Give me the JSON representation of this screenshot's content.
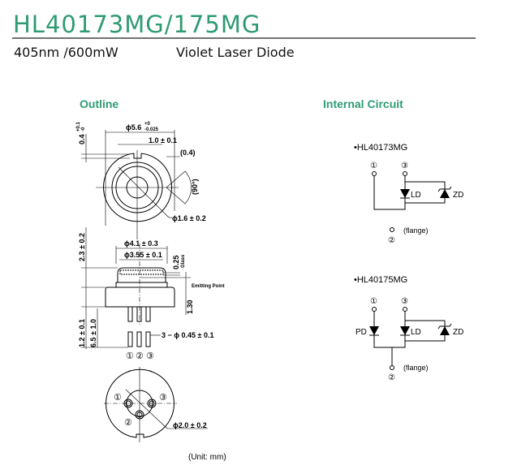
{
  "header": {
    "title": "HL40173MG/175MG",
    "subtitle_spec": "405nm /600mW",
    "subtitle_desc": "Violet Laser Diode"
  },
  "outline": {
    "heading": "Outline",
    "dims": {
      "cap_dia": "ϕ5.6",
      "cap_dia_tol_plus": "+0",
      "cap_dia_tol_minus": "-0.025",
      "notch_width": "1.0 ± 0.1",
      "notch_depth": "0.4",
      "notch_depth_tol_plus": "+0.1",
      "notch_depth_tol_minus": "-0",
      "offset": "(0.4)",
      "angle": "(90°)",
      "window_dia": "ϕ1.6 ± 0.2",
      "can_height": "2.3 ± 0.2",
      "can_dia": "ϕ4.1 ± 0.3",
      "inner_dia": "ϕ3.55 ± 0.1",
      "glass_thk": "0.25",
      "glass_label": "Glass",
      "emitting_point": "Emitting Point",
      "emit_height": "1.30",
      "base_thk": "1.2 ± 0.1",
      "lead_len": "6.5 ± 1.0",
      "lead_dia": "3 − ϕ 0.45 ± 0.1",
      "pcd": "ϕ2.0 ± 0.2"
    },
    "pins": [
      "①",
      "②",
      "③"
    ],
    "unit_note": "(Unit: mm)"
  },
  "circuit": {
    "heading": "Internal Circuit",
    "models": [
      {
        "name": "•HL40173MG",
        "pin1": "①",
        "pin2": "②",
        "pin3": "③",
        "ld": "LD",
        "zd": "ZD",
        "flange": "(flange)"
      },
      {
        "name": "•HL40175MG",
        "pin1": "①",
        "pin2": "②",
        "pin3": "③",
        "pd": "PD",
        "ld": "LD",
        "zd": "ZD",
        "flange": "(flange)"
      }
    ]
  }
}
